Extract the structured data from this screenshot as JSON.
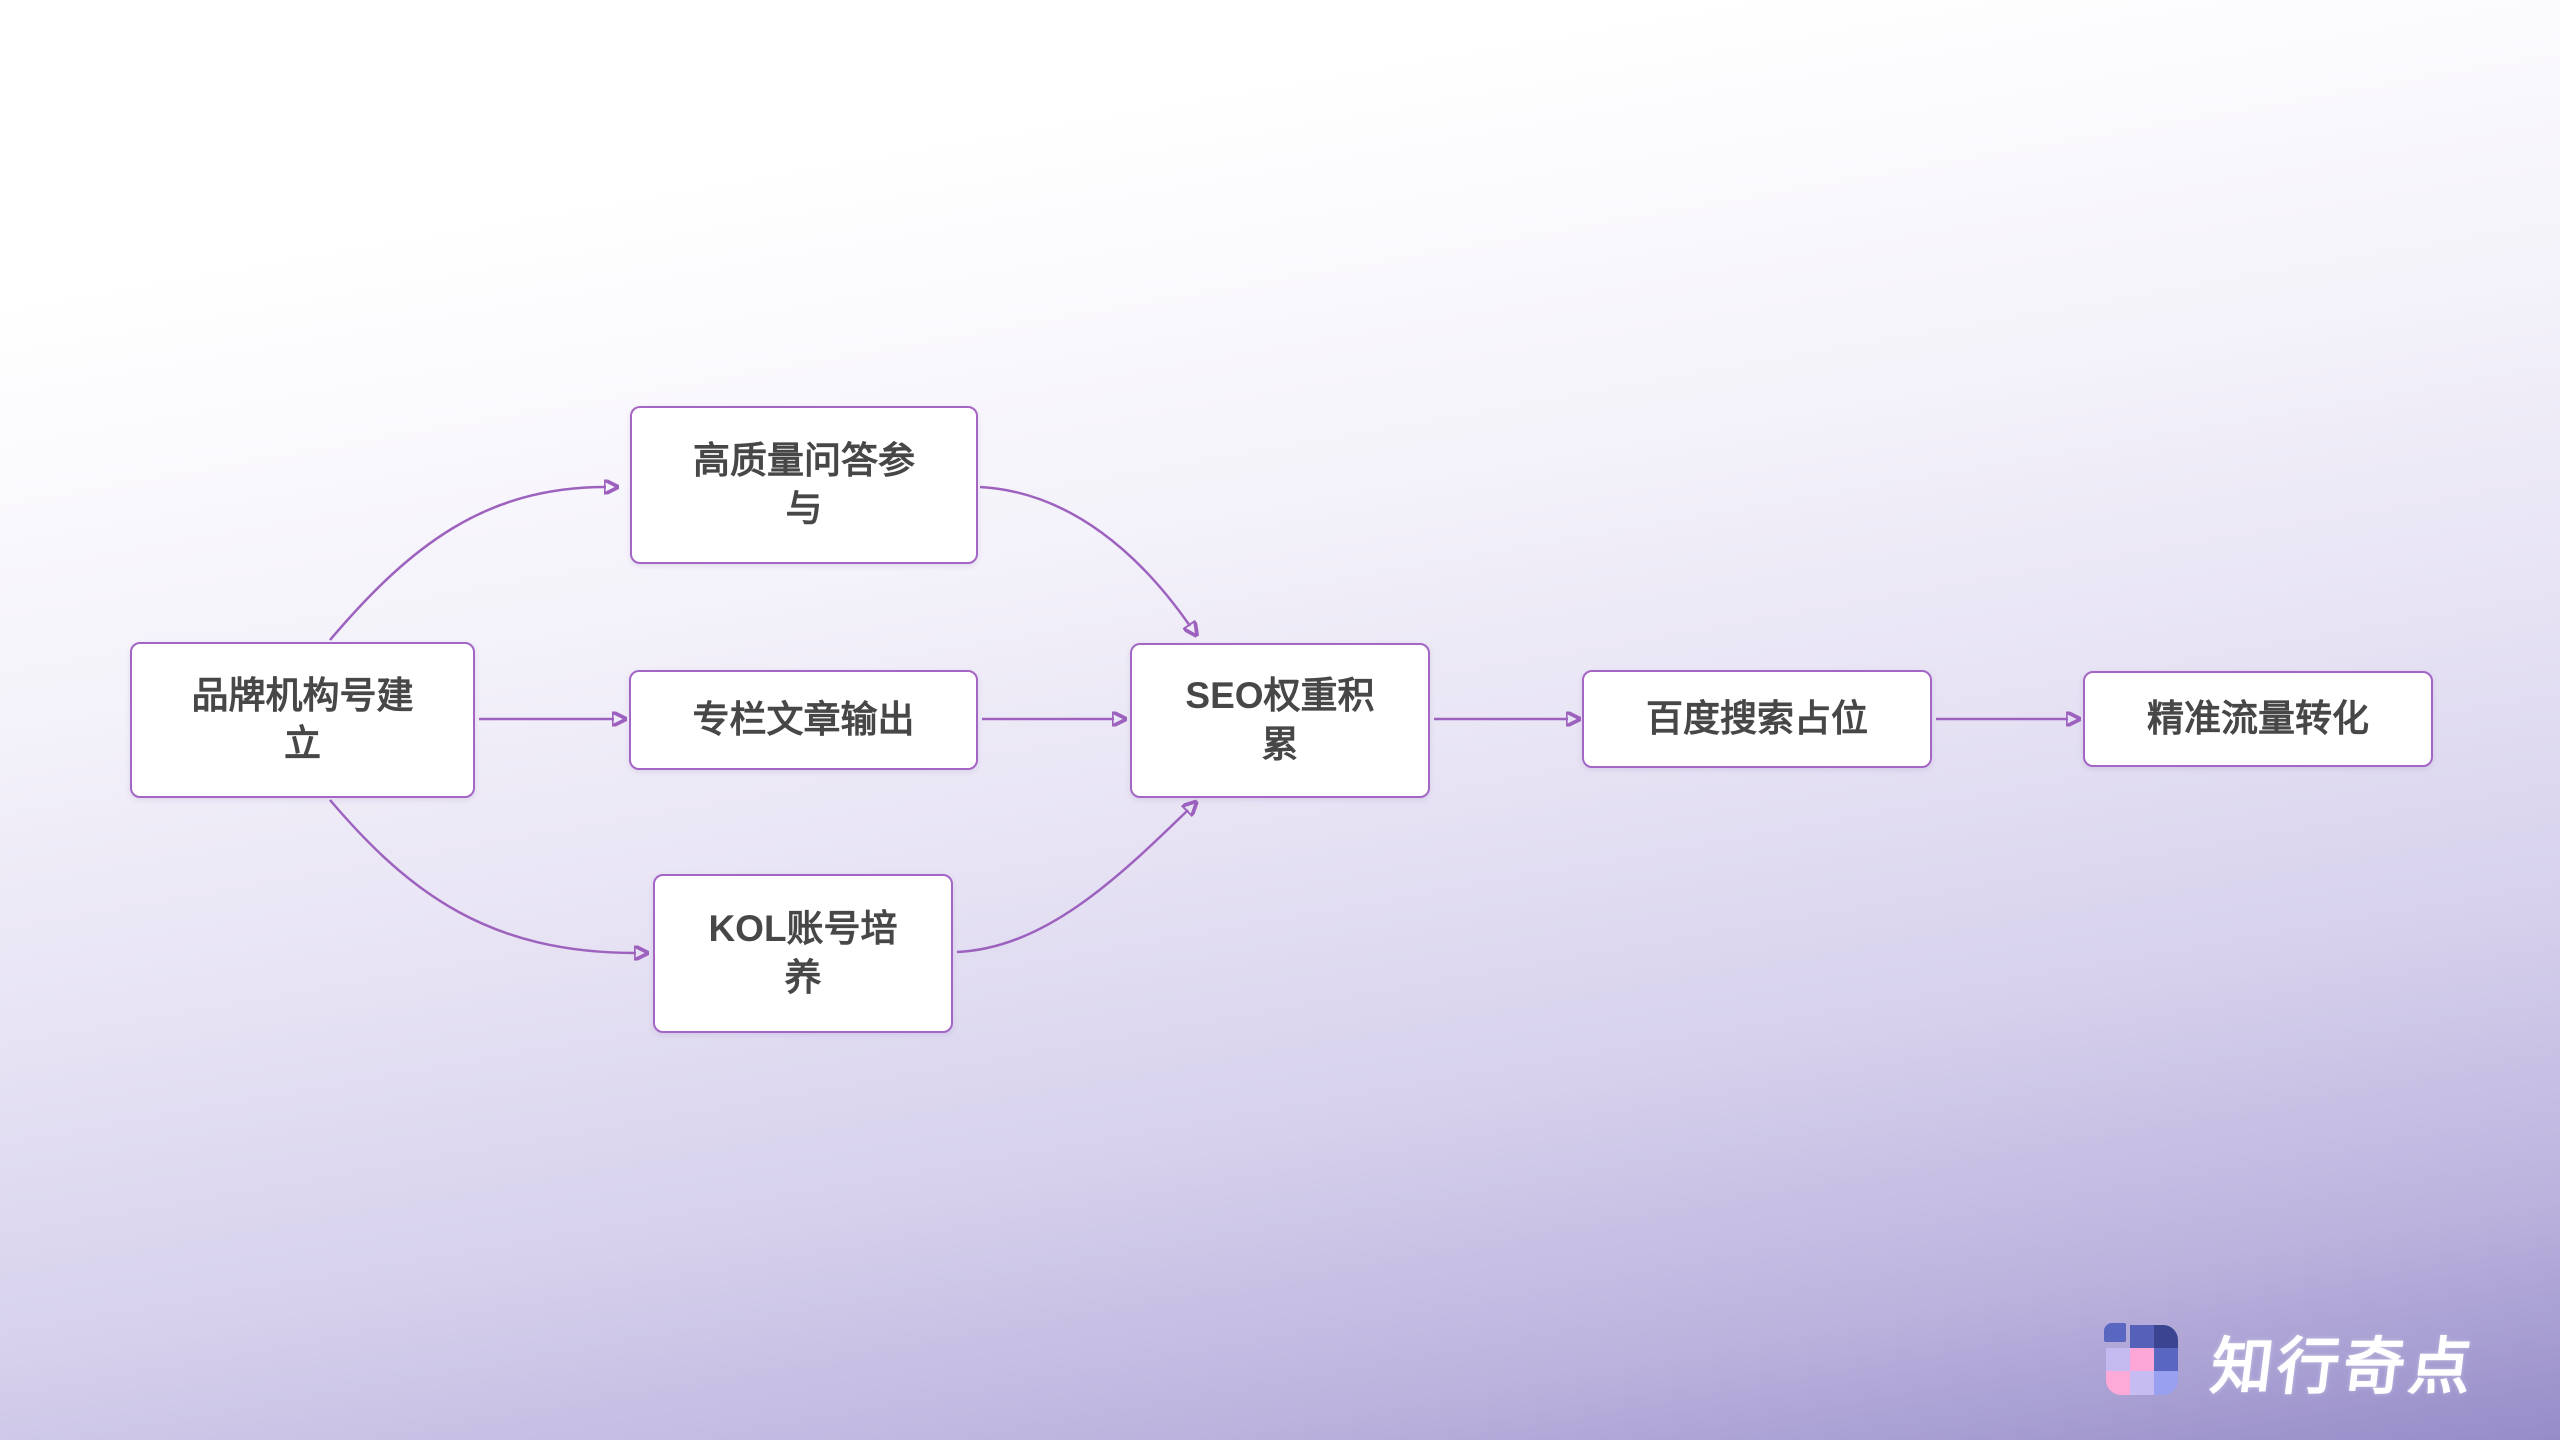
{
  "slide": {
    "background_top_color": "#ffffff",
    "background_bottom_color": "#968cc8"
  },
  "flowchart": {
    "node_fill": "#ffffff",
    "node_border_color": "#a466c4",
    "node_text_color": "#474747",
    "connector_color": "#9d62be",
    "nodes": [
      {
        "id": "brand-account-setup",
        "label": "品牌机构号建\n立"
      },
      {
        "id": "quality-qa-participation",
        "label": "高质量问答参\n与"
      },
      {
        "id": "column-article-output",
        "label": "专栏文章输出"
      },
      {
        "id": "kol-account-cultivation",
        "label": "KOL账号培\n养"
      },
      {
        "id": "seo-weight-accumulation",
        "label": "SEO权重积\n累"
      },
      {
        "id": "baidu-search-ranking",
        "label": "百度搜索占位"
      },
      {
        "id": "precise-traffic-conversion",
        "label": "精准流量转化"
      }
    ],
    "edges": [
      {
        "from": "brand-account-setup",
        "to": "quality-qa-participation"
      },
      {
        "from": "brand-account-setup",
        "to": "column-article-output"
      },
      {
        "from": "brand-account-setup",
        "to": "kol-account-cultivation"
      },
      {
        "from": "quality-qa-participation",
        "to": "seo-weight-accumulation"
      },
      {
        "from": "column-article-output",
        "to": "seo-weight-accumulation"
      },
      {
        "from": "kol-account-cultivation",
        "to": "seo-weight-accumulation"
      },
      {
        "from": "seo-weight-accumulation",
        "to": "baidu-search-ranking"
      },
      {
        "from": "baidu-search-ranking",
        "to": "precise-traffic-conversion"
      }
    ]
  },
  "logo": {
    "text": "知行奇点",
    "icon_colors": {
      "detached_square": "#5a67c0",
      "top_mid_blue": "#5560b8",
      "top_right_navy": "#3a4490",
      "mid_left_lavender": "#c4baf0",
      "mid_center_pink": "#fda6d8",
      "mid_right_blue": "#5a67c0",
      "bottom_left_pink": "#feaad9",
      "bottom_mid_lavender": "#c6bcf2",
      "bottom_right_periwinkle": "#9aa0f0"
    }
  }
}
